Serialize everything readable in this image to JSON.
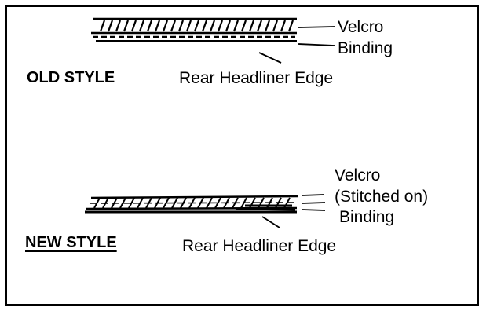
{
  "old_style": {
    "title": "OLD STYLE",
    "labels": {
      "velcro": "Velcro",
      "binding": "Binding",
      "edge": "Rear Headliner Edge"
    }
  },
  "new_style": {
    "title": "NEW STYLE",
    "labels": {
      "velcro": "Velcro",
      "stitched": "(Stitched on)",
      "binding": "Binding",
      "edge": "Rear Headliner Edge"
    }
  }
}
